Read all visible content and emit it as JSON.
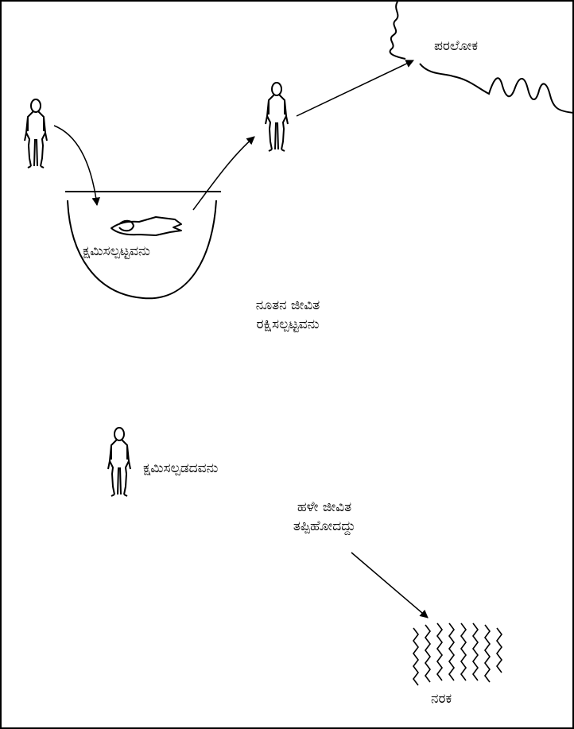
{
  "labels": {
    "heaven": "ಪರಲೋಕ",
    "forgiven": "ಕ್ಷಮಿಸಲ್ಪಟ್ಟವನು",
    "new_life_line1": "ನೂತನ ಜೀವಿತ",
    "new_life_line2": "ರಕ್ಷಿಸಲ್ಪಟ್ಟವನು",
    "unforgiven": "ಕ್ಷಮಿಸಲ್ಪಡದವನು",
    "old_life_line1": "ಹಳೇ ಜೀವಿತ",
    "old_life_line2": "ತಪ್ಪಿಹೋದದ್ದು",
    "hell": "ನರಕ"
  },
  "colors": {
    "ink": "#000000",
    "background": "#ffffff"
  }
}
